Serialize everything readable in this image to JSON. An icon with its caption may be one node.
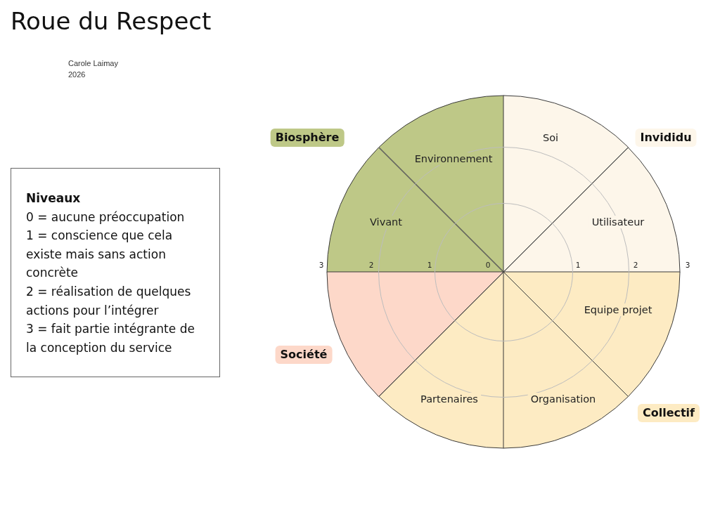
{
  "diagram": {
    "title": "Roue du Respect",
    "nodes": [
      {
        "text": [
          "Niveaux",
          "0 = aucune préoccupation",
          "1 = conscience que cela existe mais sans action concrète",
          "2 = réalisation de quelques actions pour l’intégrer",
          "3 = fait partie intégrante de la conception du service"
        ]
      },
      {
        "text": [
          "Biosphère"
        ]
      },
      {
        "text": [
          "Invididu"
        ]
      },
      {
        "text": [
          "Environnement"
        ]
      },
      {
        "text": [
          "Soi"
        ]
      },
      {
        "text": [
          "Vivant"
        ]
      },
      {
        "text": [
          "Utilisateur"
        ]
      },
      {
        "text": [],
        "shape": "sector"
      },
      {
        "text": [
          "Equipe projet"
        ]
      },
      {
        "text": [
          "Société"
        ]
      },
      {
        "text": [
          "Partenaires"
        ]
      },
      {
        "text": [
          "Organisation"
        ]
      },
      {
        "text": [
          "Collectif"
        ]
      }
    ],
    "labels": [
      "Carole Laimay",
      "2026",
      "3",
      "2",
      "1",
      "0",
      "1",
      "2",
      "3"
    ]
  }
}
